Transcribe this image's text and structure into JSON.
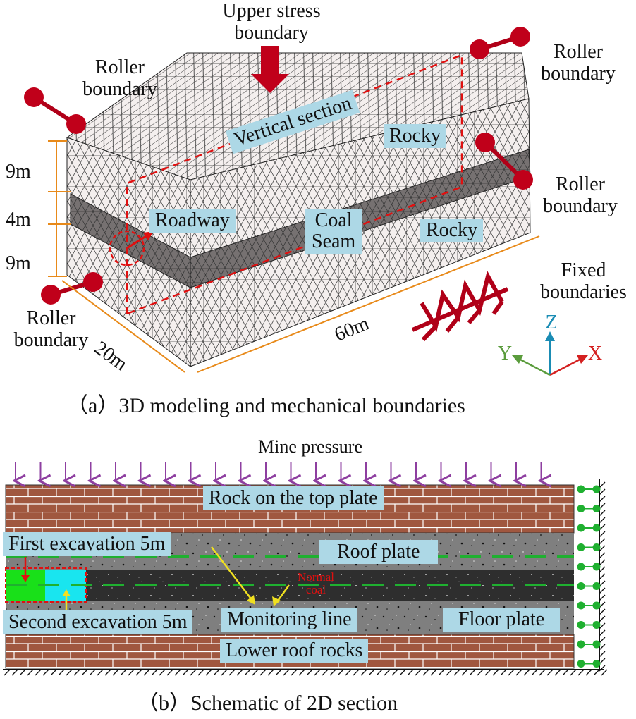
{
  "panel_a": {
    "caption": "（a）3D modeling and mechanical boundaries",
    "labels": {
      "upper_stress": [
        "Upper stress",
        "boundary"
      ],
      "roller_topleft": [
        "Roller",
        "boundary"
      ],
      "roller_topright": [
        "Roller",
        "boundary"
      ],
      "roller_right": [
        "Roller",
        "boundary"
      ],
      "roller_bottomleft": [
        "Roller",
        "boundary"
      ],
      "fixed": [
        "Fixed",
        "boundaries"
      ],
      "vertical_section": "Vertical section",
      "rocky_top": "Rocky",
      "rocky_right": "Rocky",
      "roadway": "Roadway",
      "coal_seam": [
        "Coal",
        "Seam"
      ]
    },
    "dimensions": {
      "h_top": "9m",
      "h_mid": "4m",
      "h_bot": "9m",
      "width": "20m",
      "length": "60m"
    },
    "axes": {
      "x": "X",
      "y": "Y",
      "z": "Z"
    }
  },
  "panel_b": {
    "caption": "（b）Schematic of 2D section",
    "title": "Mine pressure",
    "labels": {
      "top_rock": "Rock on the top plate",
      "first_excavation": "First excavation 5m",
      "roof_plate": "Roof plate",
      "normal_coal": [
        "Normal",
        "coal"
      ],
      "second_excavation": "Second excavation 5m",
      "monitoring_line": "Monitoring line",
      "floor_plate": "Floor plate",
      "lower_rocks": "Lower roof rocks"
    }
  },
  "colors": {
    "brick": "#a0573f",
    "gray_layer": "#7f7f7f",
    "coal": "#2e2e2e",
    "label_box": "#add8e6",
    "arrow_purple": "#8e3fa0",
    "green_dash": "#1fb030",
    "ball_red": "#c0001a",
    "orange_dim": "#e88a1a",
    "mesh_face": "#f3efee",
    "excav_green": "#19e019",
    "excav_cyan": "#19e5ef"
  }
}
